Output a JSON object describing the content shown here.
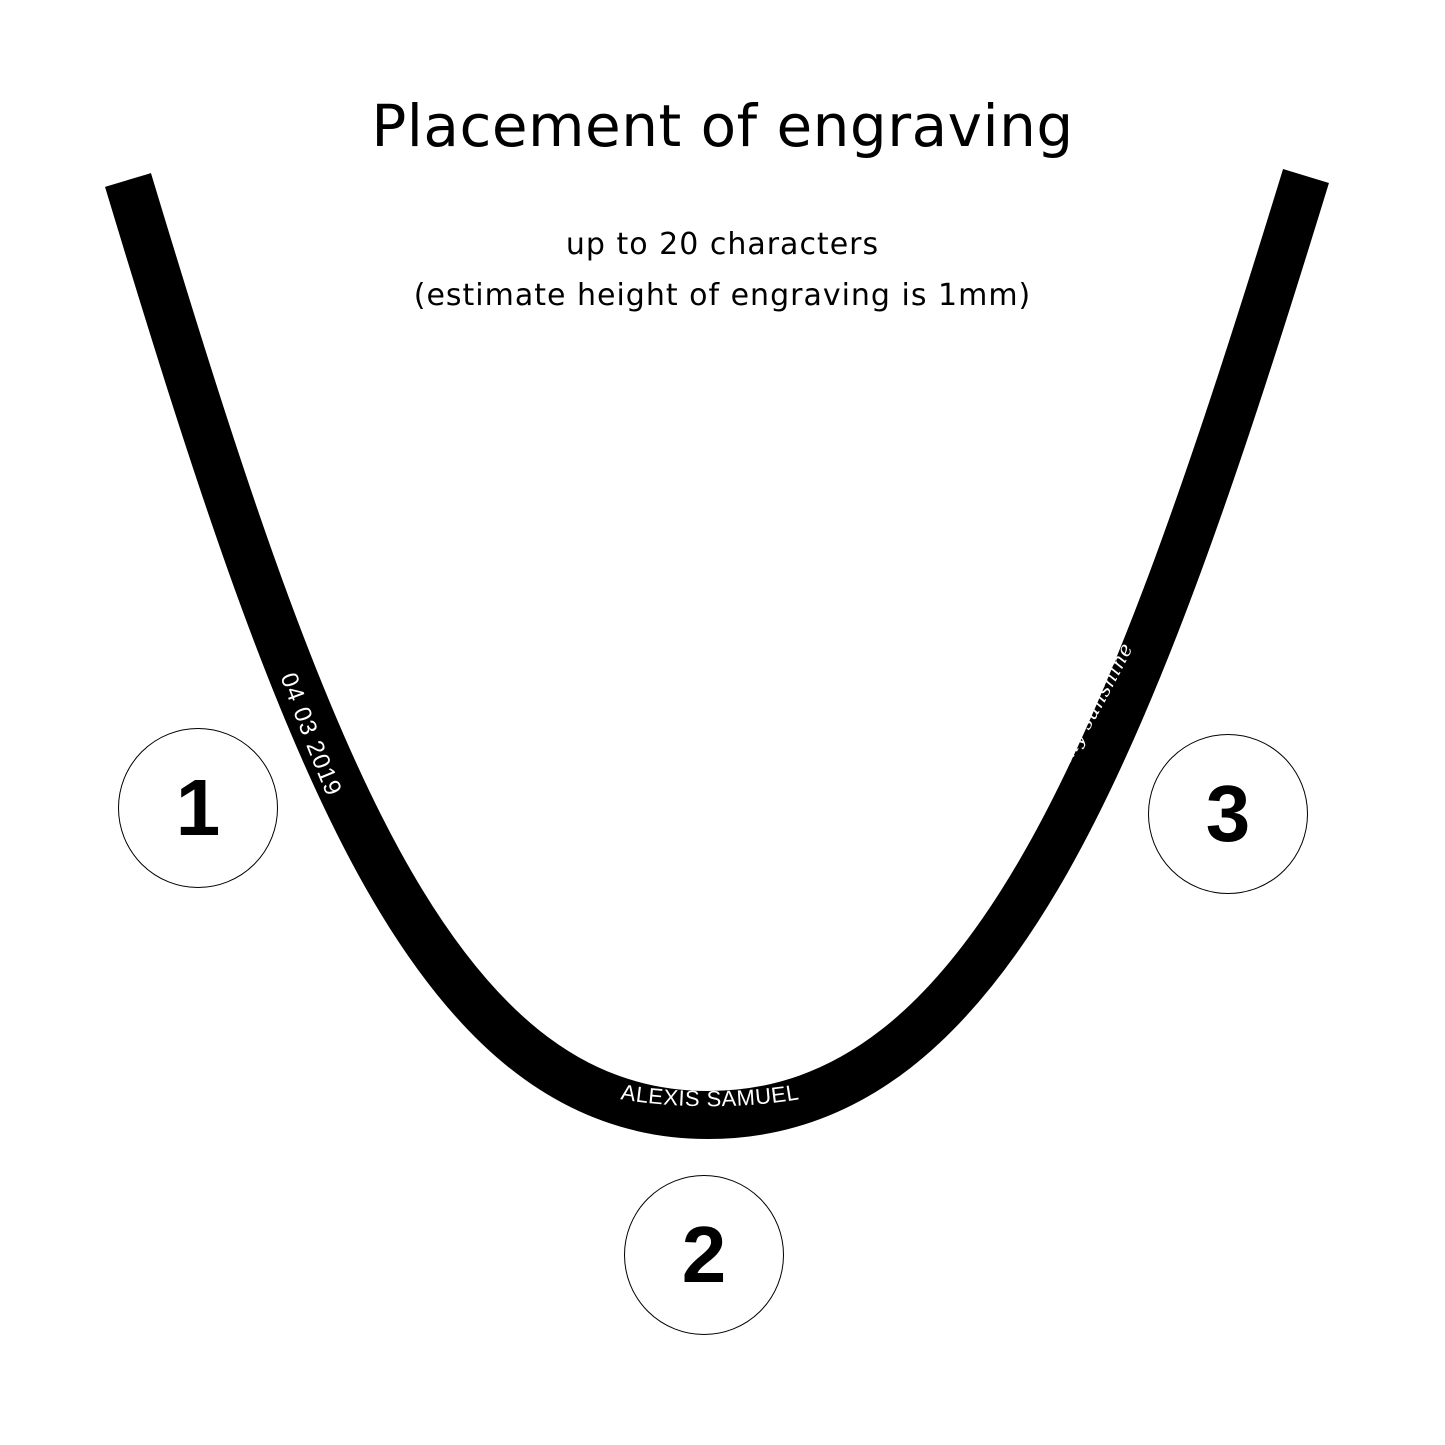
{
  "title": "Placement of engraving",
  "subtitle_line1": "up to 20 characters",
  "subtitle_line2": "(estimate height of engraving is 1mm)",
  "engravings": {
    "position_1": "04 03 2019",
    "position_2": "ALEXIS SAMUEL",
    "position_3": "you are my sunshine"
  },
  "markers": [
    "1",
    "2",
    "3"
  ],
  "colors": {
    "band": "#000000",
    "engraving_text": "#ffffff",
    "background": "#ffffff"
  }
}
